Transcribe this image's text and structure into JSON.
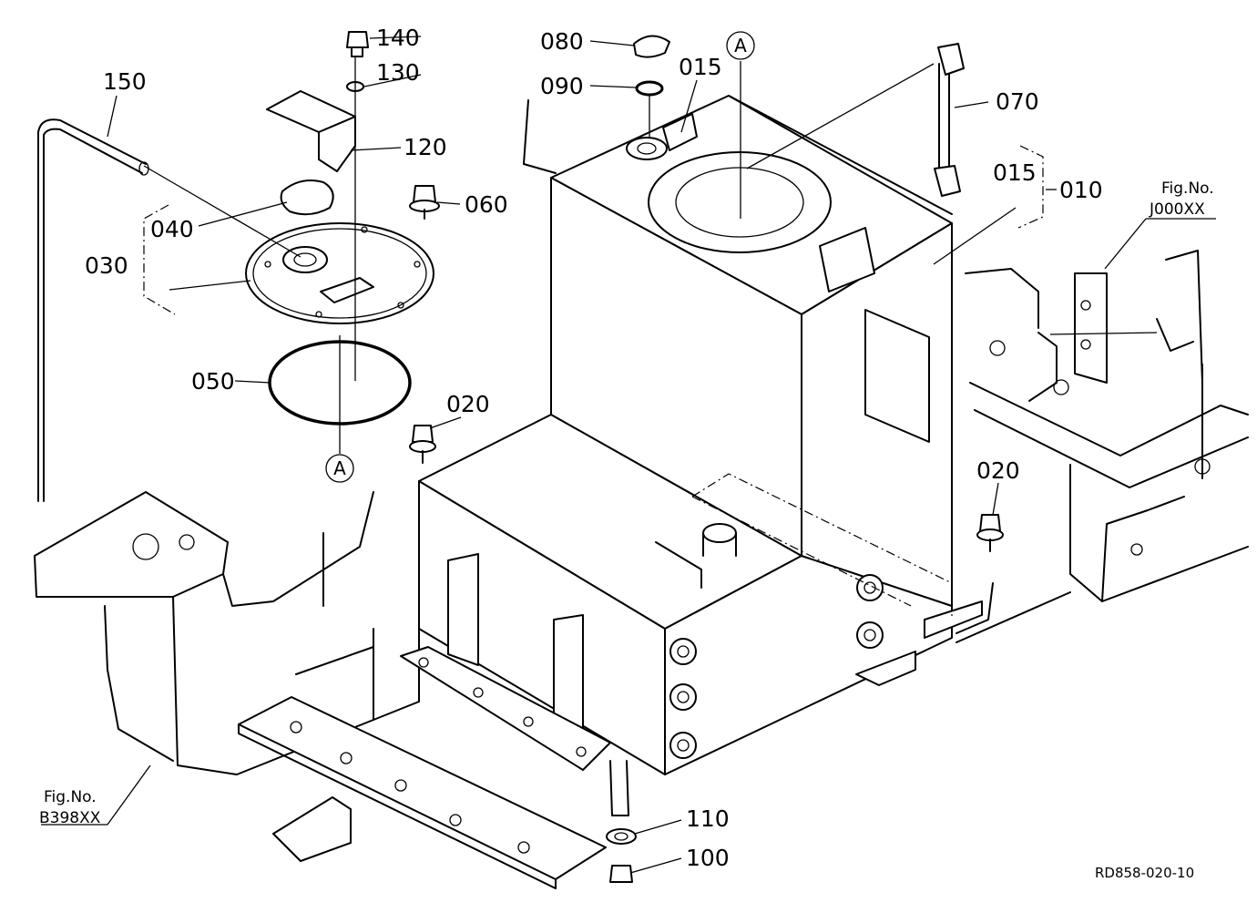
{
  "labels": {
    "p010": "010",
    "p015a": "015",
    "p015b": "015",
    "p020a": "020",
    "p020b": "020",
    "p030": "030",
    "p040": "040",
    "p050": "050",
    "p060": "060",
    "p070": "070",
    "p080": "080",
    "p090": "090",
    "p100": "100",
    "p110": "110",
    "p120": "120",
    "p130": "130",
    "p140": "140",
    "p150": "150"
  },
  "section_marker": "A",
  "figure_refs": {
    "right_prefix": "Fig.No.",
    "right_code": "J000XX",
    "left_prefix": "Fig.No.",
    "left_code": "B398XX"
  },
  "drawing_code": "RD858-020-10"
}
